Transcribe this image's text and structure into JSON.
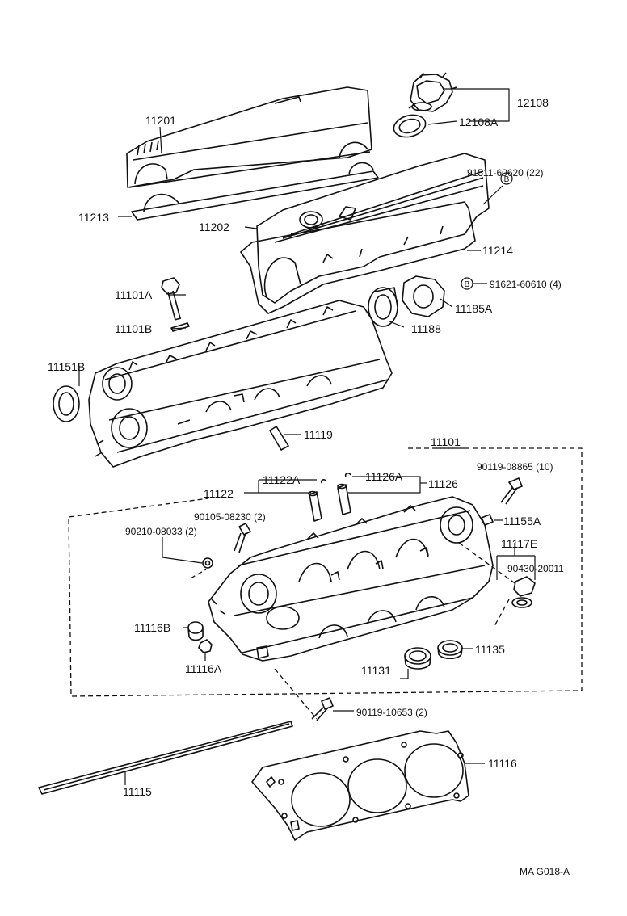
{
  "labels": {
    "p12108": "12108",
    "p12108a": "12108A",
    "p11201": "11201",
    "p91511": "91511-60620 (22)",
    "p11213": "11213",
    "p11202": "11202",
    "p11214": "11214",
    "p91621": "91621-60610 (4)",
    "p11101a": "11101A",
    "p11185a": "11185A",
    "p11101b": "11101B",
    "p11188": "11188",
    "p11151b": "11151B",
    "p11119": "11119",
    "p11101": "11101",
    "p11122a": "11122A",
    "p11126a": "11126A",
    "p90119_08865": "90119-08865 (10)",
    "p11122": "11122",
    "p11126": "11126",
    "p90105": "90105-08230 (2)",
    "p11155a": "11155A",
    "p90210": "90210-08033 (2)",
    "p11117e": "11117E",
    "p90430": "90430-20011",
    "p11116b": "11116B",
    "p11135": "11135",
    "p11116a": "11116A",
    "p11131": "11131",
    "p90119_10653": "90119-10653 (2)",
    "p11116": "11116",
    "p11115": "11115",
    "diagram_code": "MA  G018-A"
  },
  "markers": {
    "b1": "B",
    "b2": "B"
  }
}
